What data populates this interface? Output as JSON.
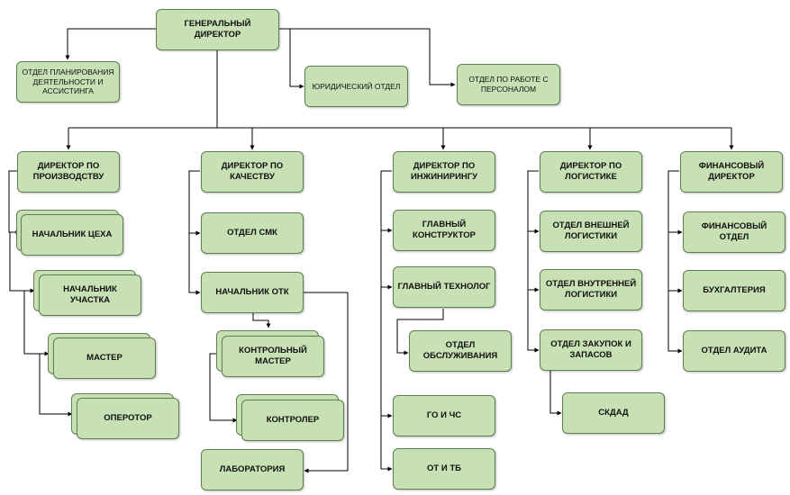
{
  "ceo": "ГЕНЕРАЛЬНЫЙ ДИРЕКТОР",
  "top_units": {
    "planning": "ОТДЕЛ ПЛАНИРОВАНИЯ ДЕЯТЕЛЬНОСТИ И АССИСТИНГА",
    "legal": "ЮРИДИЧЕСКИЙ ОТДЕЛ",
    "hr": "ОТДЕЛ ПО РАБОТЕ С ПЕРСОНАЛОМ"
  },
  "production": {
    "head": "ДИРЕКТОР ПО ПРОИЗВОДСТВУ",
    "shop_chief": "НАЧАЛЬНИК ЦЕХА",
    "section_chief": "НАЧАЛЬНИК УЧАСТКА",
    "master": "МАСТЕР",
    "operator": "ОПЕРОТОР"
  },
  "quality": {
    "head": "ДИРЕКТОР ПО КАЧЕСТВУ",
    "smk": "ОТДЕЛ СМК",
    "otk": "НАЧАЛЬНИК ОТК",
    "control_master": "КОНТРОЛЬНЫЙ МАСТЕР",
    "controller": "КОНТРОЛЕР",
    "lab": "ЛАБОРАТОРИЯ"
  },
  "engineering": {
    "head": "ДИРЕКТОР ПО ИНЖИНИРИНГУ",
    "chief_designer": "ГЛАВНЫЙ КОНСТРУКТОР",
    "chief_technologist": "ГЛАВНЫЙ ТЕХНОЛОГ",
    "service": "ОТДЕЛ ОБСЛУЖИВАНИЯ",
    "go_chs": "ГО И ЧС",
    "ot_tb": "ОТ И ТБ"
  },
  "logistics": {
    "head": "ДИРЕКТОР ПО ЛОГИСТИКЕ",
    "external": "ОТДЕЛ ВНЕШНЕЙ ЛОГИСТИКИ",
    "internal": "ОТДЕЛ ВНУТРЕННЕЙ ЛОГИСТИКИ",
    "purchasing": "ОТДЕЛ ЗАКУПОК И ЗАПАСОВ",
    "warehouse": "СКДАД"
  },
  "finance": {
    "head": "ФИНАНСОВЫЙ ДИРЕКТОР",
    "dept": "ФИНАНСОВЫЙ ОТДЕЛ",
    "accounting": "БУХГАЛТЕРИЯ",
    "audit": "ОТДЕЛ АУДИТА"
  },
  "colors": {
    "box_fill": "#c7e0b4",
    "box_border": "#5f7f52",
    "line": "#000000"
  }
}
